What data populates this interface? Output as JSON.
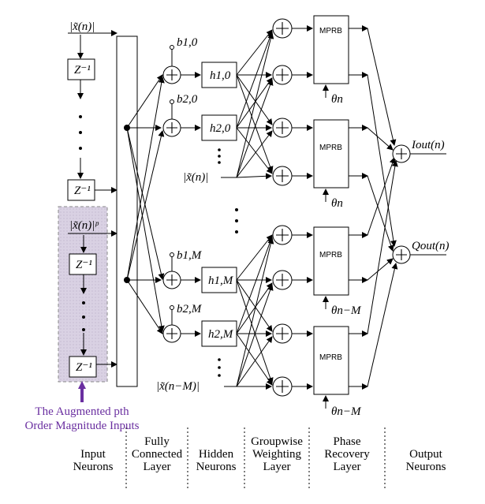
{
  "input_column": {
    "top_input": "|x̃(n)|",
    "delay_label": "Z⁻¹",
    "augmented_input": "|x̃(n)|ᵖ"
  },
  "augmented_note": {
    "line1": "The Augmented pth",
    "line2": "Order Magnitude Inputs",
    "color": "#6a2fa0",
    "box_fill": "#d8cfe0"
  },
  "biases": {
    "b10": "b1,0",
    "b20": "b2,0",
    "b1M": "b1,M",
    "b2M": "b2,M"
  },
  "hidden": {
    "h10": "h1,0",
    "h20": "h2,0",
    "h1M": "h1,M",
    "h2M": "h2,M",
    "mid_input": "|x̃(n)|",
    "bottom_input": "|x̃(n−M)|"
  },
  "phase_recovery": {
    "block_label": "MPRB",
    "theta_n": "θn",
    "theta_nM": "θn−M"
  },
  "outputs": {
    "i_out": "Iout(n)",
    "q_out": "Qout(n)"
  },
  "layers": [
    {
      "line1": "Input",
      "line2": "Neurons",
      "line3": ""
    },
    {
      "line1": "Fully",
      "line2": "Connected",
      "line3": "Layer"
    },
    {
      "line1": "Hidden",
      "line2": "Neurons",
      "line3": ""
    },
    {
      "line1": "Groupwise",
      "line2": "Weighting",
      "line3": "Layer"
    },
    {
      "line1": "Phase",
      "line2": "Recovery",
      "line3": "Layer"
    },
    {
      "line1": "Output",
      "line2": "Neurons",
      "line3": ""
    }
  ]
}
